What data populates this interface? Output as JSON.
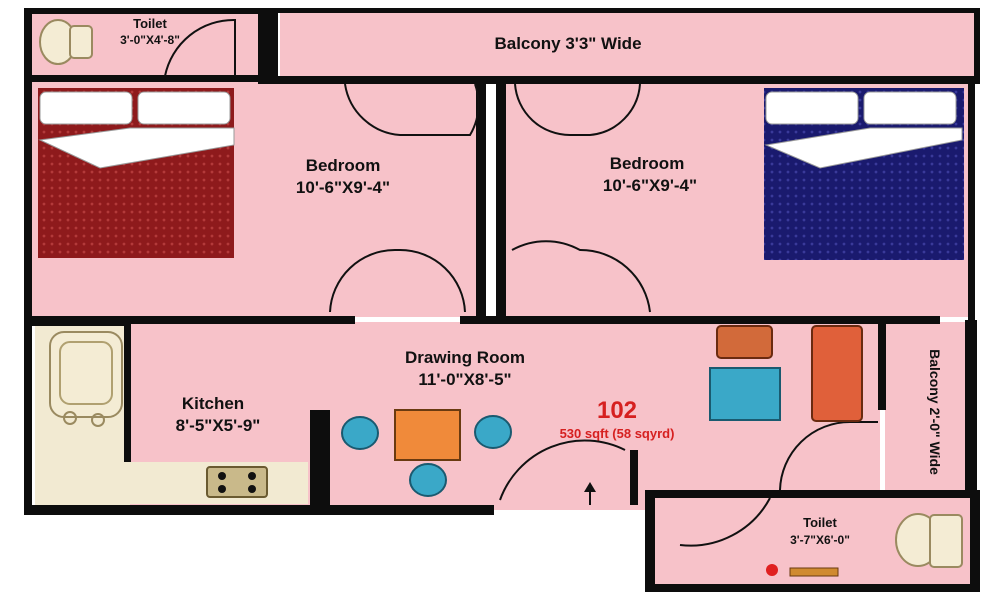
{
  "colors": {
    "floor": "#f7c2c9",
    "wall": "#0d0d0d",
    "accent": "#d62020",
    "bed_left": "#8e1a1c",
    "bed_right": "#1a1a6e",
    "fixture": "#f2ead2",
    "table": "#f08a3a",
    "chair": "#3aa8c8",
    "sofa": "#e0603a"
  },
  "rooms": {
    "toilet_top": {
      "name": "Toilet",
      "size": "3'-0\"X4'-8\""
    },
    "balcony_top": {
      "name": "Balcony 3'3\" Wide"
    },
    "bedroom_left": {
      "name": "Bedroom",
      "size": "10'-6\"X9'-4\""
    },
    "bedroom_right": {
      "name": "Bedroom",
      "size": "10'-6\"X9'-4\""
    },
    "drawing_room": {
      "name": "Drawing Room",
      "size": "11'-0\"X8'-5\""
    },
    "kitchen": {
      "name": "Kitchen",
      "size": "8'-5\"X5'-9\""
    },
    "balcony_right": {
      "name": "Balcony 2'-0\" Wide"
    },
    "toilet_bottom": {
      "name": "Toilet",
      "size": "3'-7\"X6'-0\""
    }
  },
  "unit": {
    "number": "102",
    "area": "530 sqft (58 sqyrd)"
  },
  "icons": [
    "bed-icon",
    "toilet-icon",
    "bathtub-icon",
    "stove-icon",
    "dining-table-icon",
    "chair-icon",
    "sofa-icon",
    "entrance-arrow-icon",
    "door-swing-icon"
  ]
}
